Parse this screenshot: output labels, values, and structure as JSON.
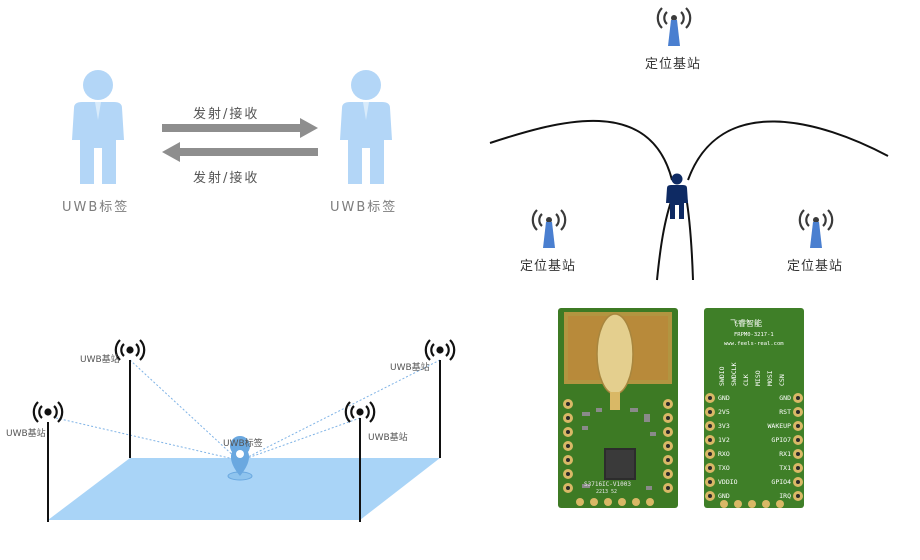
{
  "panel_tags": {
    "tag_left_label": "UWB标签",
    "tag_right_label": "UWB标签",
    "arrow_top_label": "发射/接收",
    "arrow_bottom_label": "发射/接收"
  },
  "panel_stations": {
    "top_label": "定位基站",
    "left_label": "定位基站",
    "right_label": "定位基站"
  },
  "panel_room": {
    "anchor_left_label": "UWB基站",
    "anchor_back_left_label": "UWB基站",
    "anchor_back_right_label": "UWB基站",
    "anchor_front_right_label": "UWB基站",
    "tag_label": "UWB标签"
  },
  "module_front": {
    "chip_text_1": "S3716IC-V1003",
    "chip_text_2": "2213 52"
  },
  "module_back": {
    "brand": "飞睿智能",
    "model": "FRPM0-3217-1",
    "website": "www.feels-real.com",
    "top_pins": [
      "SWDIO",
      "SWDCLK",
      "CLK",
      "MISO",
      "MOSI",
      "CSN"
    ],
    "left_pins": [
      "GND",
      "2V5",
      "3V3",
      "1V2",
      "RXO",
      "TXO",
      "VDDIO",
      "GND"
    ],
    "right_pins": [
      "GND",
      "RST",
      "WAKEUP",
      "GPIO7",
      "RX1",
      "TX1",
      "GPIO4",
      "IRQ"
    ]
  },
  "colors": {
    "tag_figure": "#b3d6f7",
    "arrow": "#8e8e8e",
    "tower": "#4a7fd0",
    "floor": "#a9d4f7",
    "pcb": "#3d7a24"
  }
}
